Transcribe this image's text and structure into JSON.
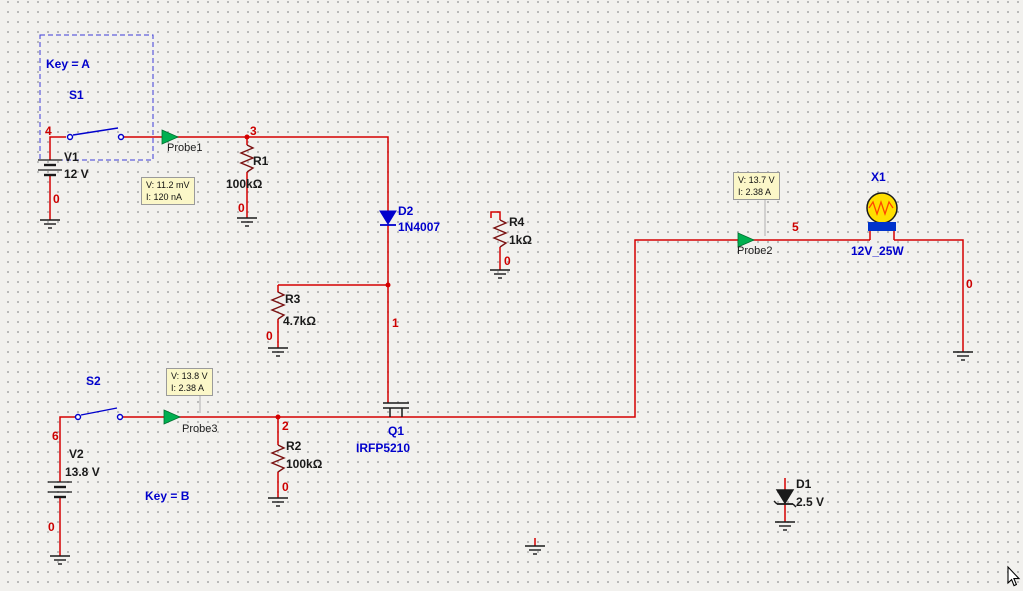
{
  "title": "Circuit schematic with MOSFET lamp switch",
  "colors": {
    "wire": "#d40000",
    "node_text": "#cc0000",
    "component_blue": "#0000cc",
    "component_black": "#1a1a1a",
    "probe_green": "#00b050",
    "tooltip_bg": "#fbf7c8",
    "lamp_yellow": "#ffdf00"
  },
  "switches": {
    "s1": {
      "refdes": "S1",
      "key": "Key = A"
    },
    "s2": {
      "refdes": "S2",
      "key": "Key = B"
    }
  },
  "sources": {
    "v1": {
      "refdes": "V1",
      "value": "12 V"
    },
    "v2": {
      "refdes": "V2",
      "value": "13.8 V"
    }
  },
  "resistors": {
    "r1": {
      "refdes": "R1",
      "value": "100kΩ"
    },
    "r2": {
      "refdes": "R2",
      "value": "100kΩ"
    },
    "r3": {
      "refdes": "R3",
      "value": "4.7kΩ"
    },
    "r4": {
      "refdes": "R4",
      "value": "1kΩ"
    }
  },
  "diodes": {
    "d1": {
      "refdes": "D1",
      "value": "2.5 V"
    },
    "d2": {
      "refdes": "D2",
      "value": "1N4007"
    }
  },
  "transistors": {
    "q1": {
      "refdes": "Q1",
      "value": "IRFP5210"
    }
  },
  "lamps": {
    "x1": {
      "refdes": "X1",
      "value": "12V_25W"
    }
  },
  "nets": {
    "n1": "1",
    "n2": "2",
    "n3": "3",
    "n4": "4",
    "n5": "5",
    "n6": "6",
    "gnd": "0"
  },
  "probes": {
    "p1": {
      "label": "Probe1",
      "v": "V: 11.2 mV",
      "i": "I: 120 nA"
    },
    "p2": {
      "label": "Probe2",
      "v": "V: 13.7 V",
      "i": "I: 2.38 A"
    },
    "p3": {
      "label": "Probe3",
      "v": "V: 13.8 V",
      "i": "I: 2.38 A"
    }
  }
}
